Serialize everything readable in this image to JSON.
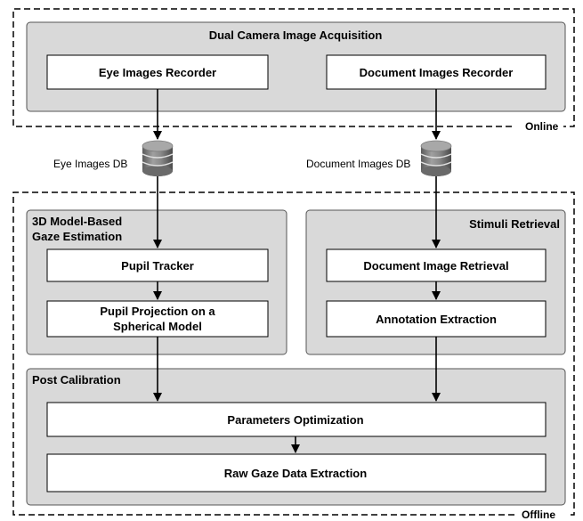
{
  "regions": {
    "online_label": "Online",
    "offline_label": "Offline"
  },
  "acquisition": {
    "title": "Dual Camera Image Acquisition",
    "eye_recorder": "Eye Images Recorder",
    "doc_recorder": "Document Images Recorder"
  },
  "databases": {
    "eye_db": "Eye Images DB",
    "doc_db": "Document Images DB"
  },
  "gaze_estimation": {
    "title_line1": "3D Model-Based",
    "title_line2": "Gaze Estimation",
    "pupil_tracker": "Pupil Tracker",
    "projection_line1": "Pupil Projection on a",
    "projection_line2": "Spherical Model"
  },
  "stimuli_retrieval": {
    "title": "Stimuli Retrieval",
    "doc_retrieval": "Document Image Retrieval",
    "annotation": "Annotation Extraction"
  },
  "post_calibration": {
    "title": "Post Calibration",
    "param_opt": "Parameters Optimization",
    "raw_gaze": "Raw Gaze Data Extraction"
  },
  "colors": {
    "panel_fill": "#d9d9d9",
    "box_fill": "#ffffff",
    "stroke": "#000000"
  }
}
